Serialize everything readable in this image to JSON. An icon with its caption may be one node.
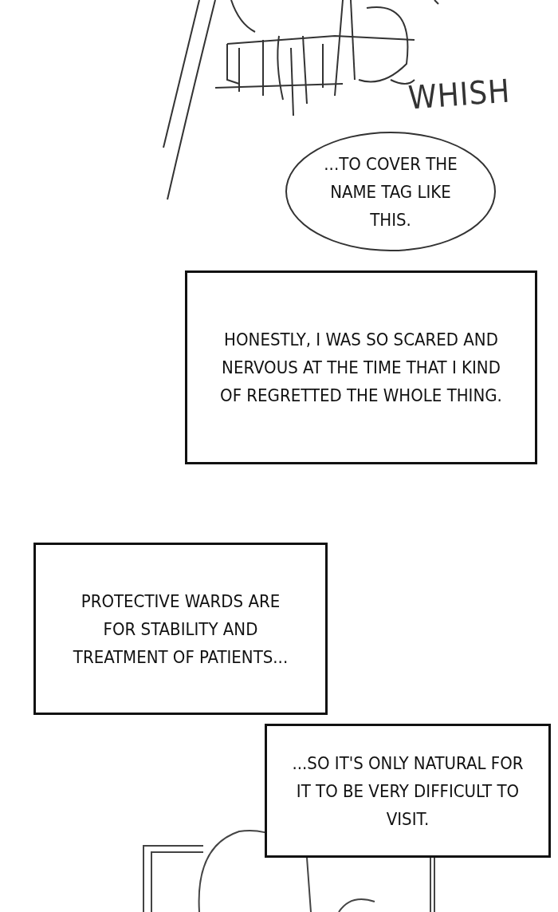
{
  "diagram": {
    "nodes": [
      {
        "text": [
          "...TO COVER THE NAME TAG LIKE THIS."
        ]
      },
      {
        "text": [
          "HONESTLY, I WAS SO SCARED AND NERVOUS AT THE TIME THAT I KIND OF REGRETTED THE WHOLE THING."
        ]
      },
      {
        "text": [
          "PROTECTIVE WARDS ARE FOR STABILITY AND TREATMENT OF PATIENTS..."
        ]
      },
      {
        "text": [
          "...SO IT'S ONLY NATURAL FOR IT TO BE VERY DIFFICULT TO VISIT."
        ]
      }
    ],
    "labels": [
      "WHISH"
    ]
  }
}
